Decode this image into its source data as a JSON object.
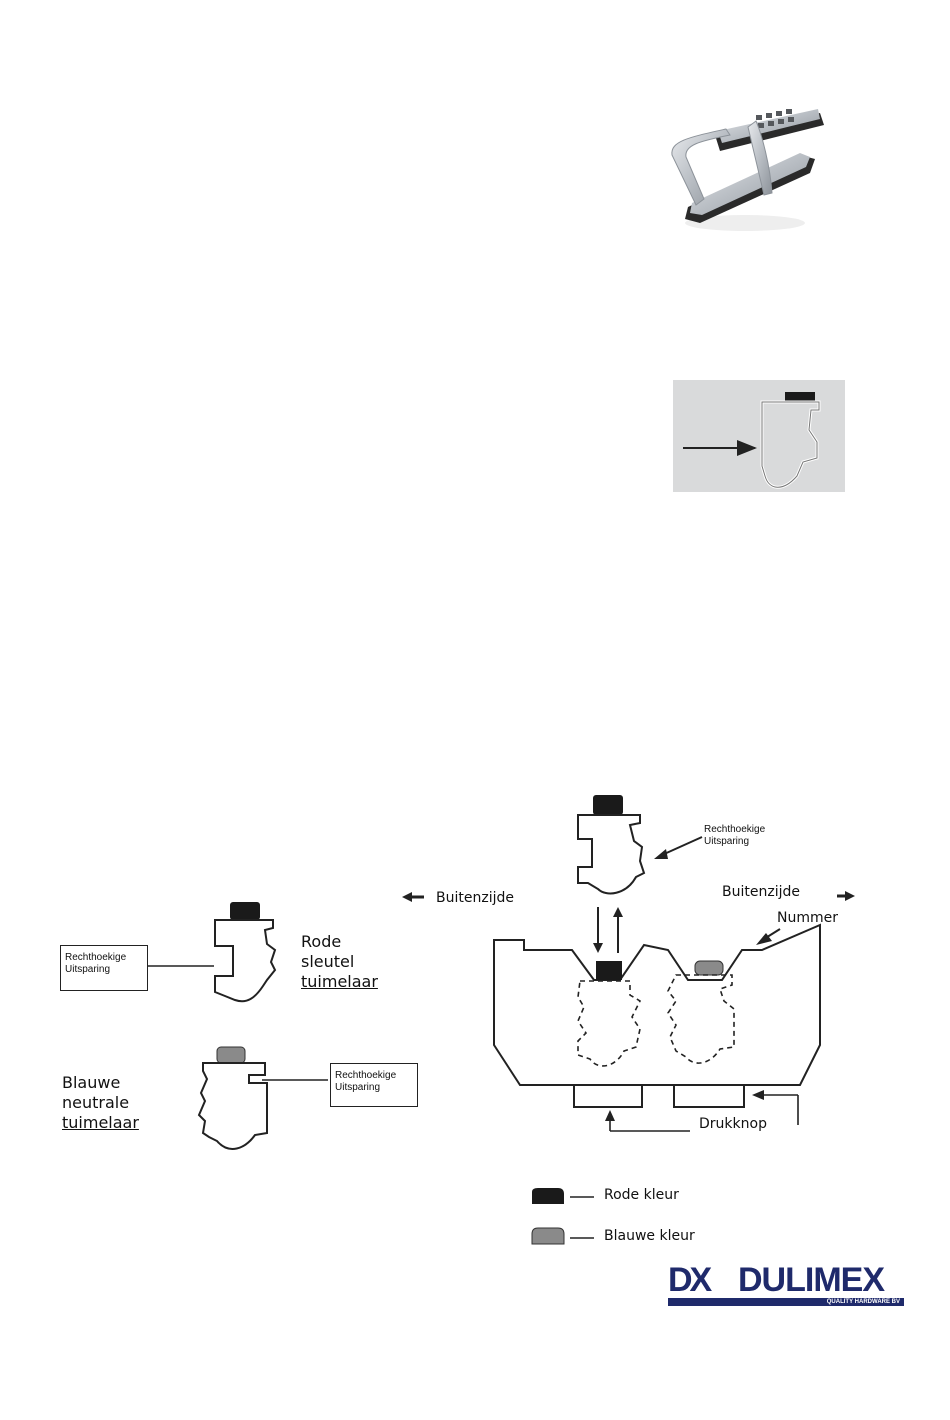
{
  "left_diagram": {
    "label_box_1": {
      "line1": "Rechthoekige",
      "line2": "Uitsparing"
    },
    "label_box_2": {
      "line1": "Rechthoekige",
      "line2": "Uitsparing"
    },
    "red_key": {
      "line1": "Rode",
      "line2": "sleutel",
      "line3": "tuimelaar"
    },
    "blue_neutral": {
      "line1": "Blauwe",
      "line2": "neutrale",
      "line3": "tuimelaar"
    }
  },
  "right_diagram": {
    "recess_label": {
      "line1": "Rechthoekige",
      "line2": "Uitsparing"
    },
    "outside_left": "Buitenzijde",
    "outside_right": "Buitenzijde",
    "number": "Nummer",
    "push_button": "Drukknop"
  },
  "legend": {
    "red": "Rode kleur",
    "blue": "Blauwe kleur",
    "colors": {
      "red": "#1a1a1a",
      "blue": "#8a8a8a"
    }
  },
  "logo": {
    "mark": "DX",
    "name": "DULIMEX",
    "tagline": "QUALITY HARDWARE BV",
    "color": "#1f2a6b"
  }
}
